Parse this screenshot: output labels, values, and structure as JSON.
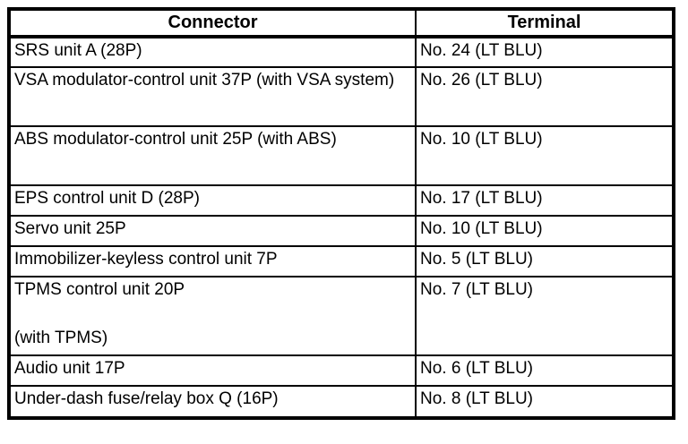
{
  "colors": {
    "border": "#000000",
    "background": "#ffffff",
    "text": "#000000"
  },
  "table": {
    "headers": {
      "connector": "Connector",
      "terminal": "Terminal"
    },
    "rows": [
      {
        "connector": "SRS unit A (28P)",
        "terminal": "No. 24 (LT BLU)",
        "size": "single"
      },
      {
        "connector": "VSA modulator-control unit 37P (with VSA system)",
        "terminal": "No. 26 (LT BLU)",
        "size": "double"
      },
      {
        "connector": "ABS modulator-control unit 25P (with ABS)",
        "terminal": "No. 10 (LT BLU)",
        "size": "double"
      },
      {
        "connector": "EPS control unit D (28P)",
        "terminal": "No. 17 (LT BLU)",
        "size": "single"
      },
      {
        "connector": "Servo unit 25P",
        "terminal": "No. 10 (LT BLU)",
        "size": "single"
      },
      {
        "connector": "Immobilizer-keyless control unit 7P",
        "terminal": "No. 5 (LT BLU)",
        "size": "single"
      },
      {
        "connector": "TPMS control unit 20P",
        "connector_secondary": "(with TPMS)",
        "terminal": "No. 7 (LT BLU)",
        "size": "tall"
      },
      {
        "connector": "Audio unit 17P",
        "terminal": "No. 6 (LT BLU)",
        "size": "single"
      },
      {
        "connector": "Under-dash fuse/relay box Q (16P)",
        "terminal": "No. 8 (LT BLU)",
        "size": "single"
      }
    ]
  }
}
